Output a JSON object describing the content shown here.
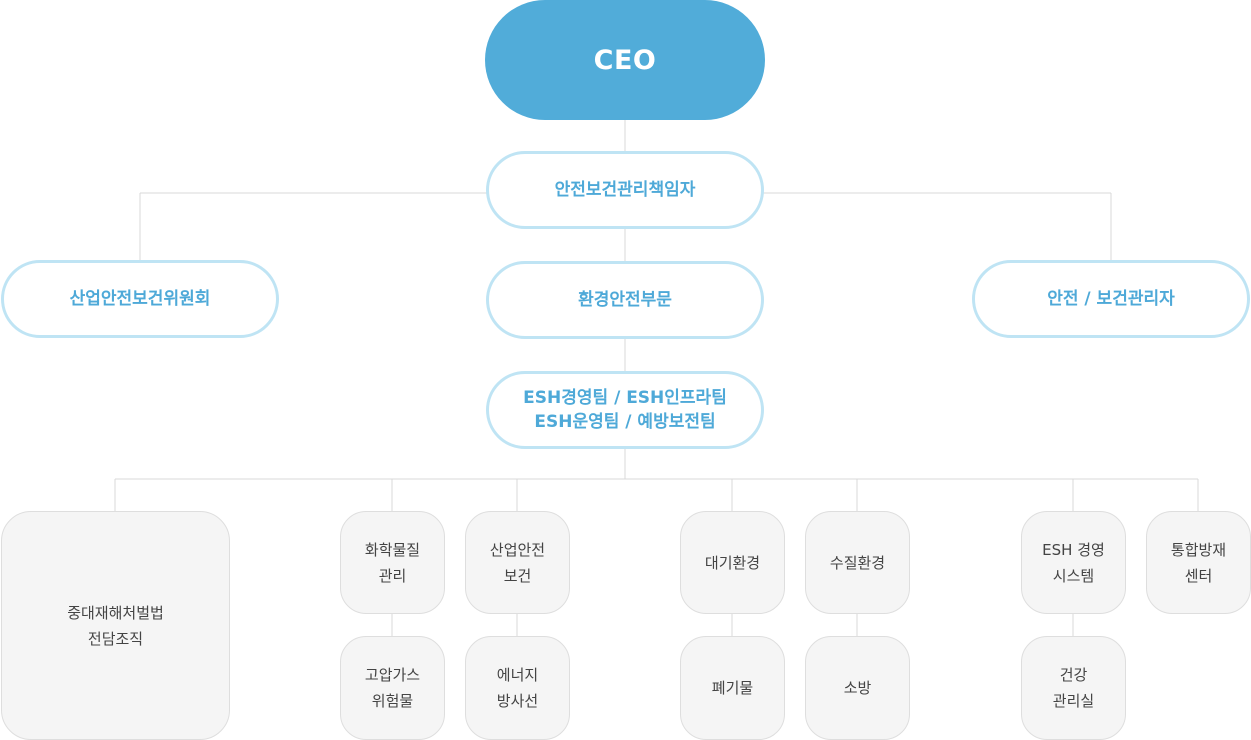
{
  "ceo": "CEO",
  "cso": "안전보건관리책임자",
  "committee": "산업안전보건위원회",
  "env_safety": "환경안전부문",
  "safety_manager": "안전 / 보건관리자",
  "teams": {
    "line1": "ESH경영팀 / ESH인프라팀",
    "line2": "ESH운영팀 / 예방보전팀"
  },
  "units": {
    "serious_accident": "중대재해처벌법\n전담조직",
    "chemical": "화학물질\n관리",
    "gas": "고압가스\n위험물",
    "industrial_safety": "산업안전\n보건",
    "radiation": "에너지\n방사선",
    "air": "대기환경",
    "waste": "폐기물",
    "water": "수질환경",
    "fire": "소방",
    "esh_system": "ESH 경영\n시스템",
    "health": "건강\n관리실",
    "disaster": "통합방재\n센터"
  }
}
